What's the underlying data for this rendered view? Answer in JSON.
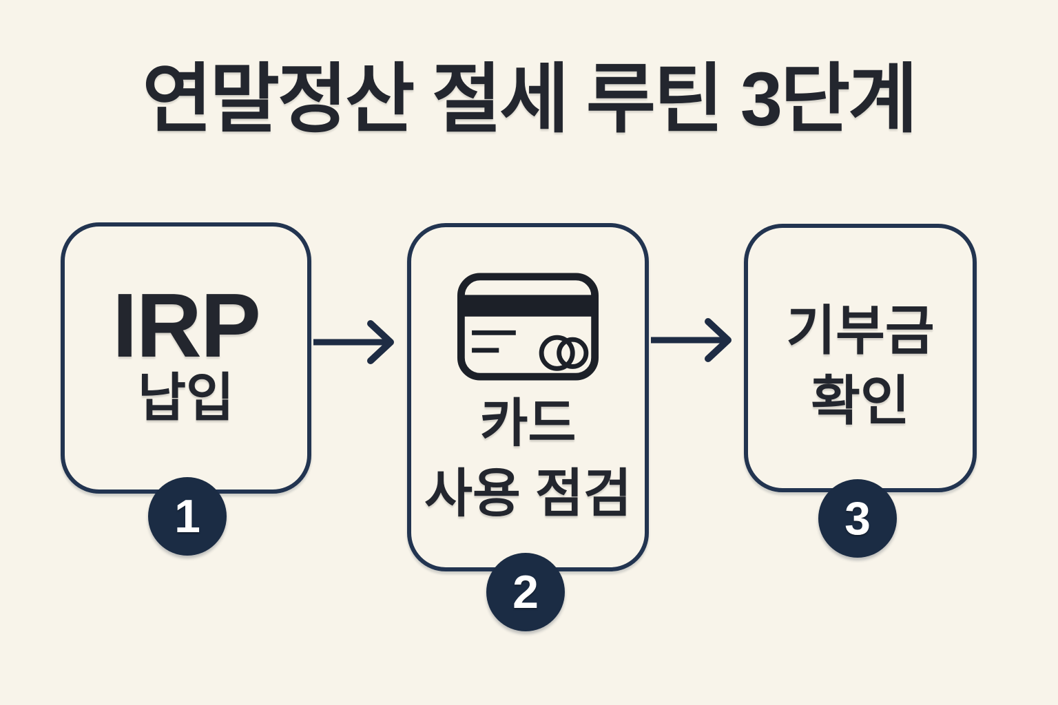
{
  "title": "연말정산 절세 루틴 3단계",
  "colors": {
    "background": "#f8f4ea",
    "card_outline": "#223450",
    "badge_fill": "#1b2c44",
    "badge_number": "#ffffff",
    "text": "#23262e",
    "arrow": "#1e2c44",
    "card_icon": "#1c2028"
  },
  "steps": [
    {
      "number": "1",
      "line1": "IRP",
      "line2": "납입",
      "icon": "none"
    },
    {
      "number": "2",
      "line1": "카드",
      "line2": "사용 점검",
      "icon": "credit-card"
    },
    {
      "number": "3",
      "line1": "기부금",
      "line2": "확인",
      "icon": "none"
    }
  ],
  "connectors": [
    {
      "type": "arrow-right",
      "from": "step-1",
      "to": "step-2"
    },
    {
      "type": "arrow-right",
      "from": "step-2",
      "to": "step-3"
    }
  ]
}
